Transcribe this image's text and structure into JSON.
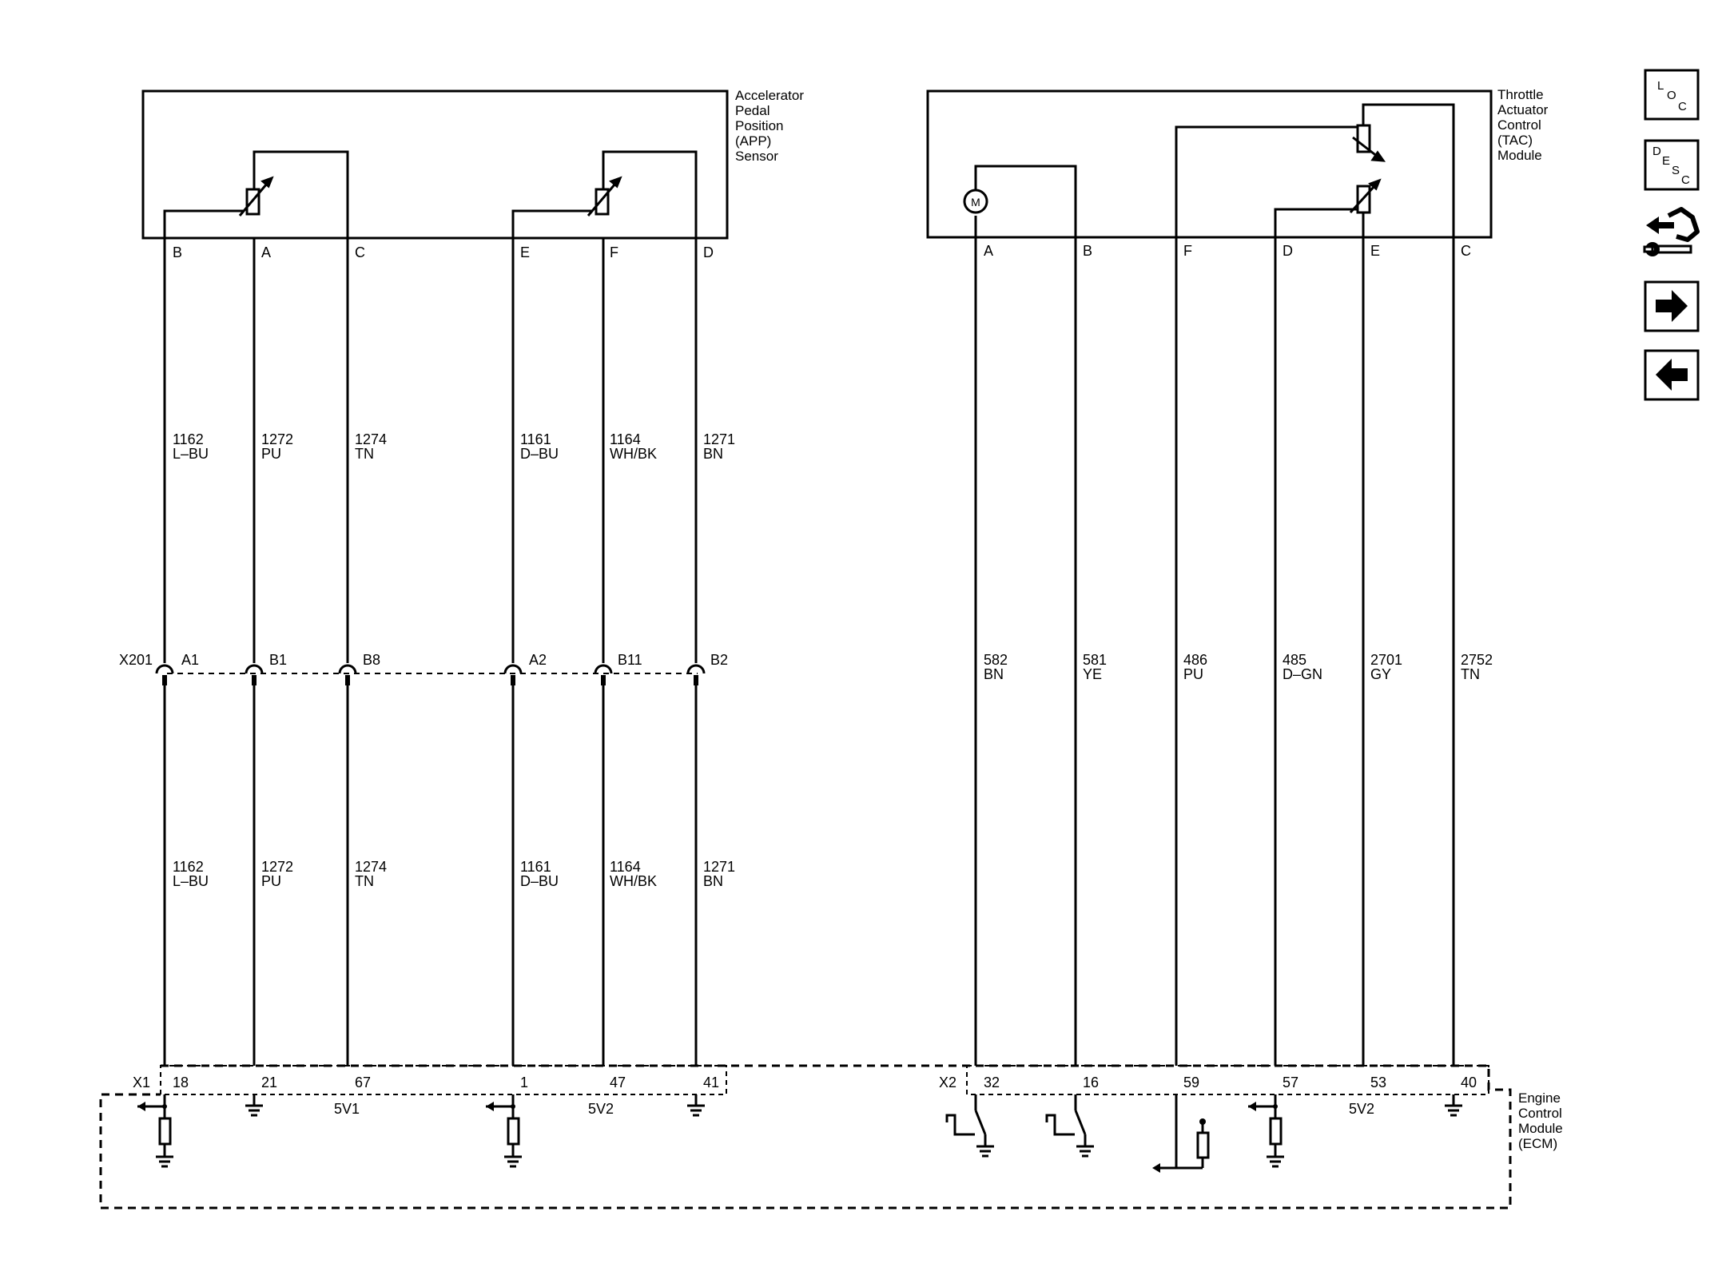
{
  "components": {
    "app": {
      "lines": [
        "Accelerator",
        "Pedal",
        "Position",
        "(APP)",
        "Sensor"
      ]
    },
    "tac": {
      "lines": [
        "Throttle",
        "Actuator",
        "Control",
        "(TAC)",
        "Module"
      ]
    },
    "ecm": {
      "lines": [
        "Engine",
        "Control",
        "Module",
        "(ECM)"
      ]
    }
  },
  "pins": {
    "app": [
      "B",
      "A",
      "C",
      "E",
      "F",
      "D"
    ],
    "tac": [
      "A",
      "B",
      "F",
      "D",
      "E",
      "C"
    ]
  },
  "connector_x201": {
    "name": "X201",
    "pins": [
      "A1",
      "B1",
      "B8",
      "A2",
      "B11",
      "B2"
    ]
  },
  "wires_app_upper": [
    {
      "circuit": "1162",
      "color": "L–BU"
    },
    {
      "circuit": "1272",
      "color": "PU"
    },
    {
      "circuit": "1274",
      "color": "TN"
    },
    {
      "circuit": "1161",
      "color": "D–BU"
    },
    {
      "circuit": "1164",
      "color": "WH/BK"
    },
    {
      "circuit": "1271",
      "color": "BN"
    }
  ],
  "wires_app_lower": [
    {
      "circuit": "1162",
      "color": "L–BU"
    },
    {
      "circuit": "1272",
      "color": "PU"
    },
    {
      "circuit": "1274",
      "color": "TN"
    },
    {
      "circuit": "1161",
      "color": "D–BU"
    },
    {
      "circuit": "1164",
      "color": "WH/BK"
    },
    {
      "circuit": "1271",
      "color": "BN"
    }
  ],
  "wires_tac": [
    {
      "circuit": "582",
      "color": "BN"
    },
    {
      "circuit": "581",
      "color": "YE"
    },
    {
      "circuit": "486",
      "color": "PU"
    },
    {
      "circuit": "485",
      "color": "D–GN"
    },
    {
      "circuit": "2701",
      "color": "GY"
    },
    {
      "circuit": "2752",
      "color": "TN"
    }
  ],
  "ecm_connectors": {
    "x1": {
      "name": "X1",
      "pins": [
        "18",
        "21",
        "67",
        "1",
        "47",
        "41"
      ]
    },
    "x2": {
      "name": "X2",
      "pins": [
        "32",
        "16",
        "59",
        "57",
        "53",
        "40"
      ]
    }
  },
  "voltage_labels": {
    "x1_pin67": "5V1",
    "x1_pin47": "5V2",
    "x2_pin53": "5V2"
  },
  "nav": {
    "loc": {
      "l1": "L",
      "l2": "O",
      "l3": "C"
    },
    "desc": {
      "l1": "D",
      "l2": "E",
      "l3": "S",
      "l4": "C"
    }
  },
  "colors": {
    "ink": "#000000",
    "background": "#ffffff"
  }
}
